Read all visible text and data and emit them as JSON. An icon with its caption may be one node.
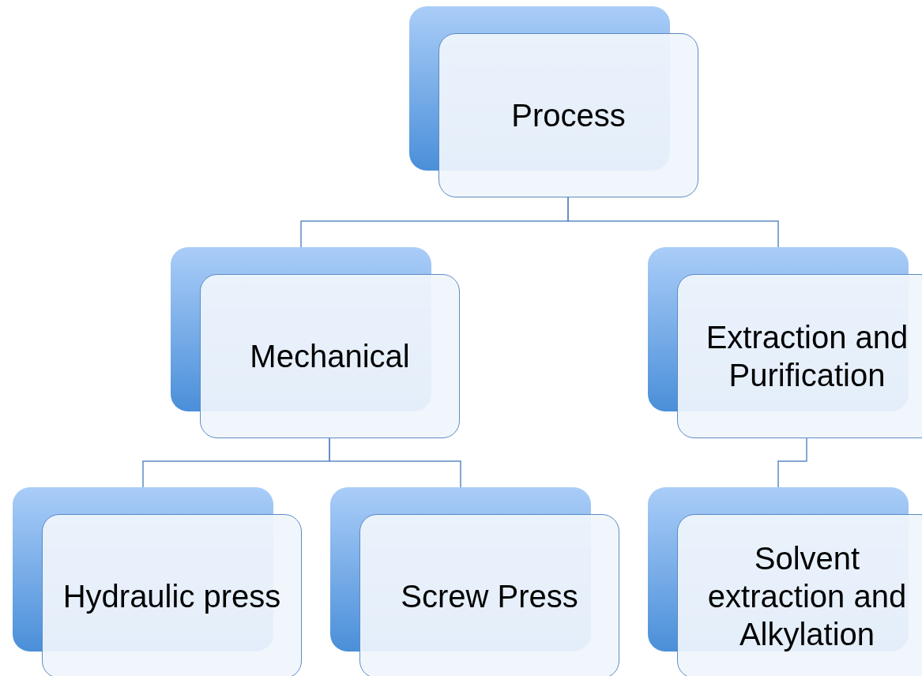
{
  "diagram": {
    "nodes": [
      {
        "text": [
          "Process"
        ]
      },
      {
        "text": [
          "Mechanical"
        ]
      },
      {
        "text": [
          "Extraction and Purification"
        ]
      },
      {
        "text": [
          "Hydraulic press"
        ]
      },
      {
        "text": [
          "Screw Press"
        ]
      },
      {
        "text": [
          "Solvent extraction and Alkylation"
        ]
      }
    ],
    "edges": [
      {
        "from": 0,
        "to": 1,
        "arrow": "none"
      },
      {
        "from": 0,
        "to": 2,
        "arrow": "none"
      },
      {
        "from": 1,
        "to": 3,
        "arrow": "none"
      },
      {
        "from": 1,
        "to": 4,
        "arrow": "none"
      },
      {
        "from": 2,
        "to": 5,
        "arrow": "none"
      }
    ]
  }
}
